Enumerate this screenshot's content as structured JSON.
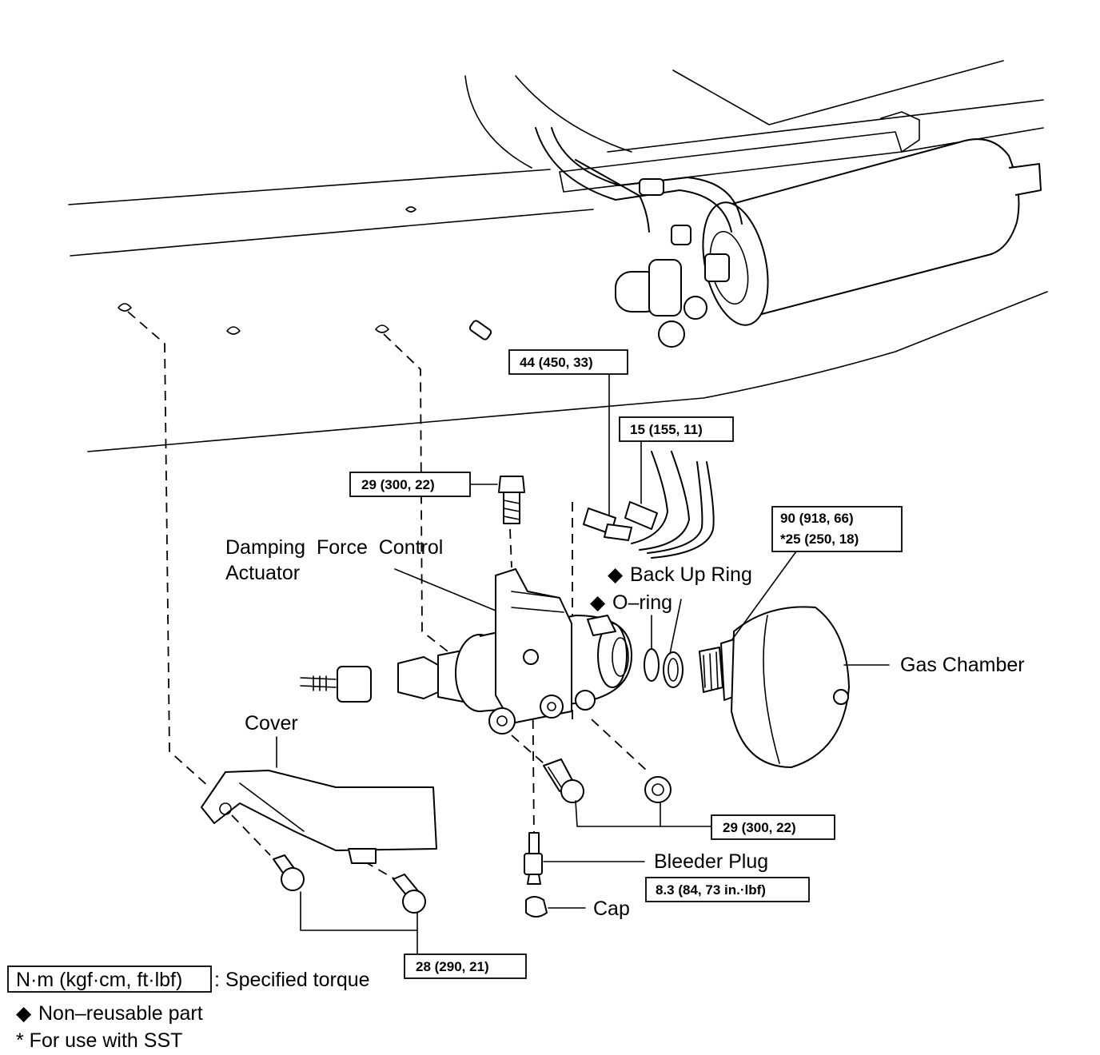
{
  "callouts": {
    "torque_44": "44 (450, 33)",
    "torque_15": "15 (155, 11)",
    "torque_29_top": "29 (300, 22)",
    "torque_90_line1": "90 (918, 66)",
    "torque_90_line2": "*25 (250, 18)",
    "torque_29_bottom": "29 (300, 22)",
    "torque_83": "8.3 (84, 73 in.·lbf)",
    "torque_28": "28 (290, 21)"
  },
  "labels": {
    "actuator_line1": "Damping  Force  Control",
    "actuator_line2": "Actuator",
    "back_up_ring": "Back Up Ring",
    "o_ring": "O–ring",
    "gas_chamber": "Gas Chamber",
    "cover": "Cover",
    "bleeder_plug": "Bleeder Plug",
    "cap": "Cap"
  },
  "legend": {
    "unit_box": "N·m (kgf·cm, ft·lbf)",
    "unit_desc": ": Specified torque",
    "non_reusable_symbol": "◆",
    "non_reusable": "Non–reusable part",
    "sst_note": "* For use with SST"
  },
  "symbols": {
    "diamond": "◆"
  },
  "colors": {
    "ink": "#000000",
    "paper": "#ffffff"
  }
}
